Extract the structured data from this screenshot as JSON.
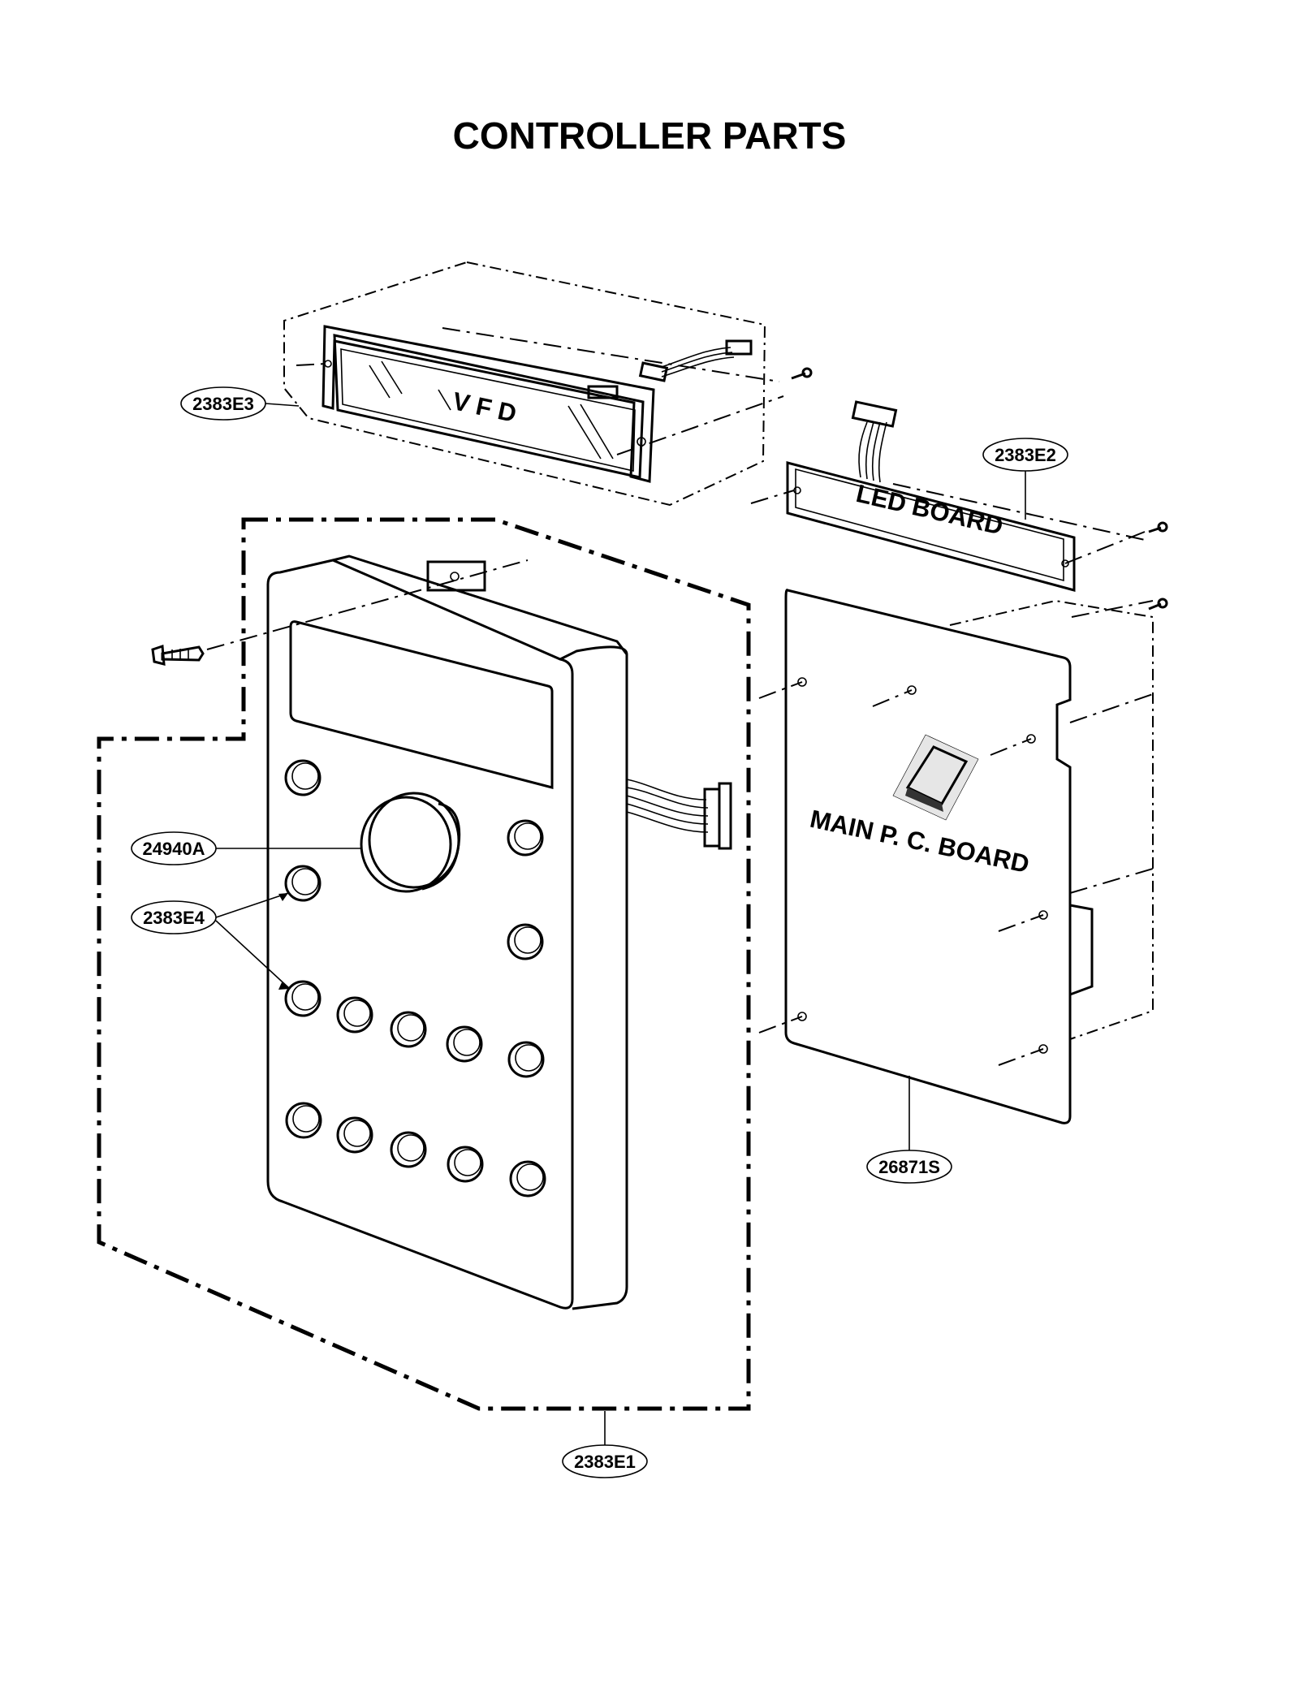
{
  "title": "CONTROLLER PARTS",
  "components": {
    "vfd": "V F D",
    "led_board": "LED BOARD",
    "main_board": "MAIN P. C. BOARD"
  },
  "callouts": {
    "vfd_assembly": "2383E3",
    "led_board": "2383E2",
    "knob": "24940A",
    "buttons": "2383E4",
    "main_board": "26871S",
    "controller_assembly": "2383E1"
  }
}
